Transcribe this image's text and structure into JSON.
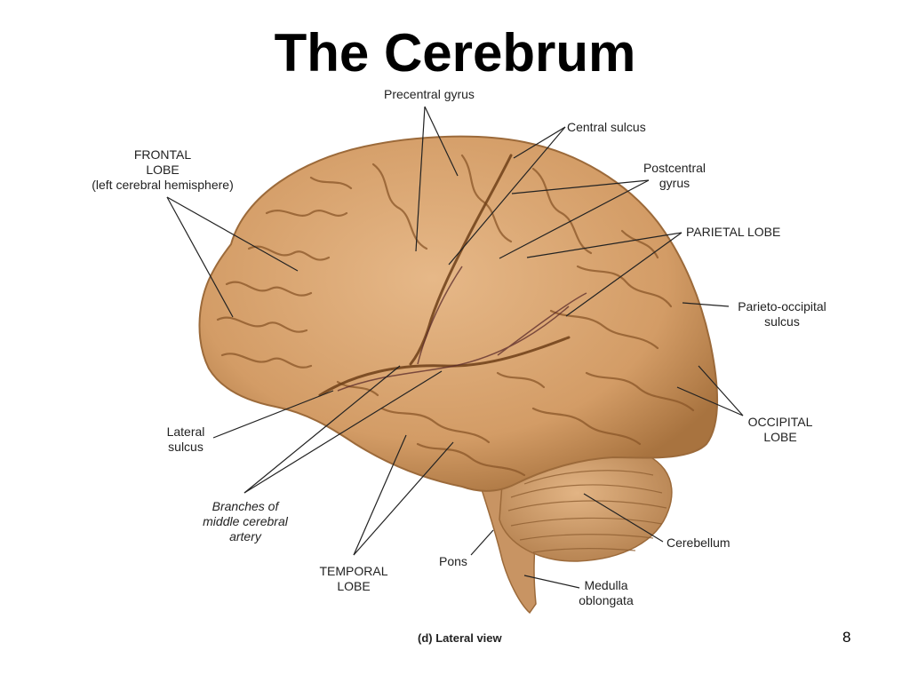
{
  "slide": {
    "title": "The Cerebrum",
    "page_number": "8"
  },
  "diagram": {
    "caption": "(d) Lateral view",
    "labels": {
      "frontal_lobe": [
        "FRONTAL",
        "LOBE",
        "(left cerebral hemisphere)"
      ],
      "precentral_gyrus": "Precentral gyrus",
      "central_sulcus": "Central sulcus",
      "postcentral_gyrus": [
        "Postcentral",
        "gyrus"
      ],
      "parietal_lobe": "PARIETAL LOBE",
      "parieto_occipital_sulcus": [
        "Parieto-occipital",
        "sulcus"
      ],
      "occipital_lobe": [
        "OCCIPITAL",
        "LOBE"
      ],
      "lateral_sulcus": [
        "Lateral",
        "sulcus"
      ],
      "middle_cerebral_artery": [
        "Branches of",
        "middle cerebral",
        "artery"
      ],
      "temporal_lobe": [
        "TEMPORAL",
        "LOBE"
      ],
      "pons": "Pons",
      "cerebellum": "Cerebellum",
      "medulla_oblongata": [
        "Medulla",
        "oblongata"
      ]
    },
    "colors": {
      "brain_fill": "#d9a673",
      "brain_shadow": "#a8733f",
      "sulcus_line": "#7a4a22",
      "vessel": "#5a2a2a",
      "leader_line": "#222222"
    }
  }
}
